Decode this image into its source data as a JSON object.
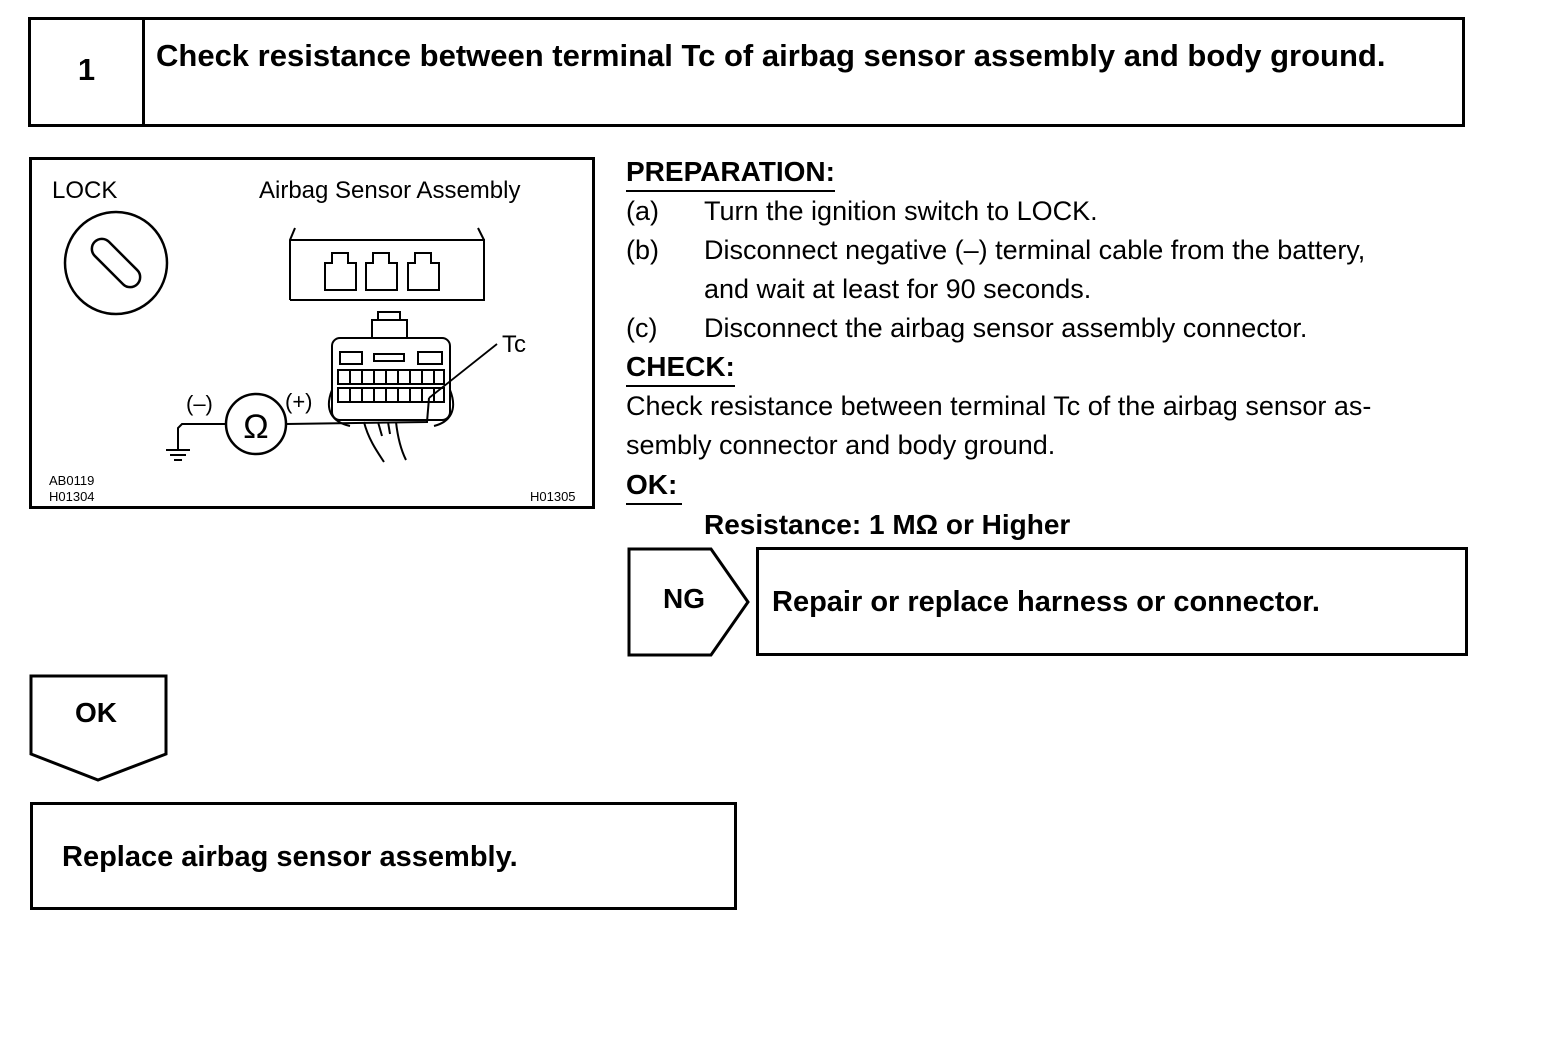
{
  "header": {
    "step_number": "1",
    "title": "Check resistance between terminal Tc of airbag sensor assembly and body ground."
  },
  "figure": {
    "lock_label": "LOCK",
    "assembly_label": "Airbag Sensor Assembly",
    "terminal_label": "Tc",
    "minus_label": "(–)",
    "plus_label": "(+)",
    "ohm_symbol": "Ω",
    "code_a": "AB0119",
    "code_b": "H01304",
    "code_c": "H01305",
    "icons": [
      "ignition-switch-icon",
      "connector-icon",
      "ohmmeter-icon",
      "ground-icon"
    ]
  },
  "preparation": {
    "heading": "PREPARATION:",
    "steps": [
      {
        "label": "(a)",
        "text": "Turn the ignition switch to LOCK."
      },
      {
        "label": "(b)",
        "line1": "Disconnect negative (–) terminal cable from the battery,",
        "line2": "and wait at least for 90 seconds."
      },
      {
        "label": "(c)",
        "text": "Disconnect the airbag sensor assembly connector."
      }
    ]
  },
  "check": {
    "heading": "CHECK:",
    "line1": "Check resistance between terminal Tc of the airbag sensor as-",
    "line2": "sembly connector and body ground."
  },
  "ok_spec": {
    "heading": "OK:",
    "value": "Resistance: 1 MΩ or Higher"
  },
  "ng_branch": {
    "tag": "NG",
    "result": "Repair or replace harness or connector."
  },
  "ok_branch": {
    "tag": "OK",
    "result": "Replace airbag sensor assembly."
  }
}
